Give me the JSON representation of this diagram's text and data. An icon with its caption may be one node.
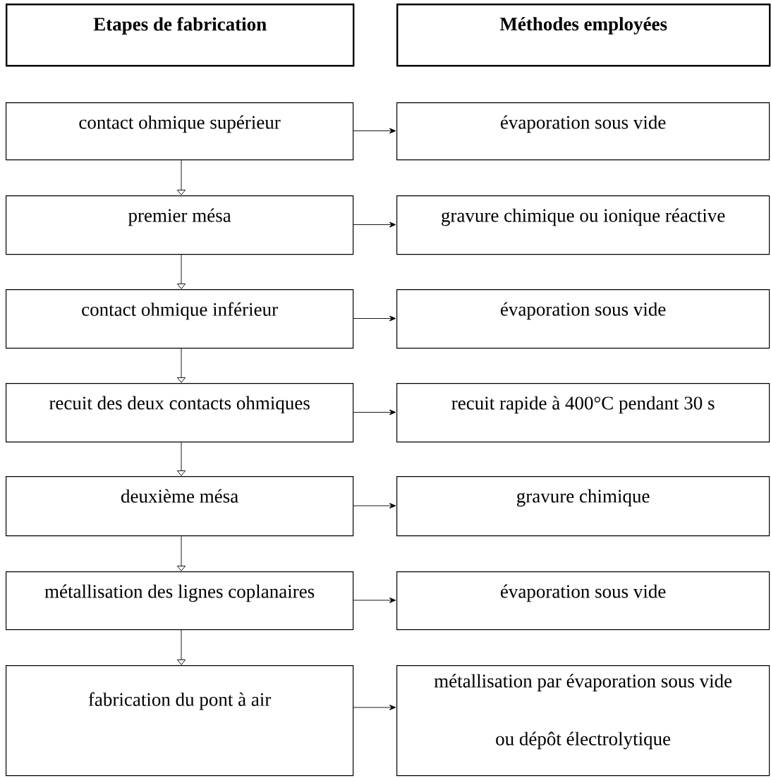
{
  "diagram": {
    "nodes": [
      {
        "text": [
          "Etapes de fabrication"
        ]
      },
      {
        "text": [
          "Méthodes employées"
        ]
      },
      {
        "text": [
          "contact ohmique supérieur"
        ]
      },
      {
        "text": [
          "évaporation sous vide"
        ]
      },
      {
        "text": [
          "premier mésa"
        ]
      },
      {
        "text": [
          "gravure chimique ou ionique réactive"
        ]
      },
      {
        "text": [
          "contact ohmique inférieur"
        ]
      },
      {
        "text": [
          "évaporation sous vide"
        ]
      },
      {
        "text": [
          "recuit des deux contacts ohmiques"
        ]
      },
      {
        "text": [
          "recuit rapide à 400°C pendant 30 s"
        ]
      },
      {
        "text": [
          "deuxième mésa"
        ]
      },
      {
        "text": [
          "gravure chimique"
        ]
      },
      {
        "text": [
          "métallisation des lignes coplanaires"
        ]
      },
      {
        "text": [
          "évaporation sous vide"
        ]
      },
      {
        "text": [
          "fabrication du pont à air"
        ]
      },
      {
        "text": [
          "métallisation par évaporation sous vide ou dépôt électrolytique"
        ]
      }
    ],
    "edges": [
      {
        "from": 2,
        "to": 3,
        "arrow": "to"
      },
      {
        "from": 2,
        "to": 4,
        "arrow": "to"
      },
      {
        "from": 4,
        "to": 5,
        "arrow": "to"
      },
      {
        "from": 4,
        "to": 6,
        "arrow": "to"
      },
      {
        "from": 6,
        "to": 7,
        "arrow": "to"
      },
      {
        "from": 6,
        "to": 8,
        "arrow": "to"
      },
      {
        "from": 8,
        "to": 9,
        "arrow": "to"
      },
      {
        "from": 8,
        "to": 10,
        "arrow": "to"
      },
      {
        "from": 10,
        "to": 11,
        "arrow": "to"
      },
      {
        "from": 10,
        "to": 12,
        "arrow": "to"
      },
      {
        "from": 12,
        "to": 13,
        "arrow": "to"
      },
      {
        "from": 12,
        "to": 14,
        "arrow": "to"
      },
      {
        "from": 14,
        "to": 15,
        "arrow": "to"
      }
    ]
  }
}
